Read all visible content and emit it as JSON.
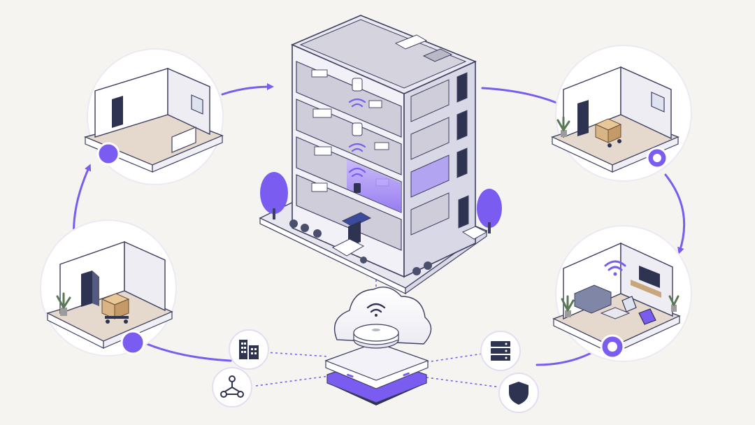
{
  "diagram": {
    "colors": {
      "background": "#f6f4f1",
      "accent": "#7b5cf0",
      "accent_dark": "#4b3aa8",
      "building_wall": "#f2f1f7",
      "building_side": "#d9d8e6",
      "outline": "#3d3f61",
      "floor_wood": "#e4d9cc",
      "room_wall": "#ffffff",
      "door": "#2f3352",
      "box": "#d8b486",
      "plant": "#5a7a55"
    },
    "rooms": [
      {
        "id": "empty-room",
        "contents": "door-icon"
      },
      {
        "id": "move-in-room",
        "contents": "moving-boxes-icon"
      },
      {
        "id": "move-out-room",
        "contents": "moving-boxes-icon"
      },
      {
        "id": "furnished-room",
        "contents": "wifi-icon"
      }
    ],
    "service_icons": [
      "building-icon",
      "network-icon",
      "server-icon",
      "shield-icon"
    ],
    "hub": {
      "icon": "wifi-access-point-icon"
    }
  }
}
